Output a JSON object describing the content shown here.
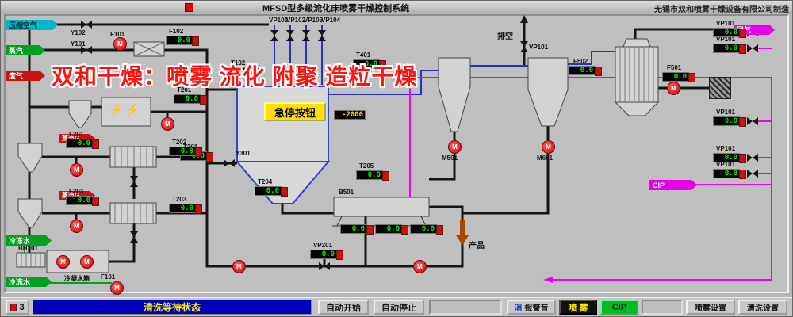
{
  "header": {
    "title": "MFSD型多级流化床喷雾干燥控制系统",
    "company": "无锡市双和喷雾干燥设备有限公司制造"
  },
  "watermark": {
    "text": "双和干燥：喷雾 流化 附聚 造粒干燥"
  },
  "glyphs": {
    "pump": "M",
    "lightning": "⚡⚡"
  },
  "colors": {
    "status_bg": "#0000bb",
    "display_green": "#00ee00",
    "alarm_red": "#cc1111",
    "cip_green": "#00bb22",
    "pipe_magenta": "#ee00ee",
    "estop_yellow": "#ffe000"
  },
  "tags": {
    "compressed_air": "压缩空气",
    "steam": "蒸汽",
    "exhaust": "废气",
    "steam_g": "蒸汽G",
    "chilled_water": "冷冻水",
    "tail_gas": "尾气",
    "cip_return": "CIP"
  },
  "labels": {
    "y102": "Y102",
    "y101": "Y101",
    "f101": "F101",
    "f102": "F102",
    "vp101": "VP101",
    "vp102": "VP102",
    "vp103": "VP103",
    "vp104": "VP104",
    "t401": "T401",
    "t102": "T102",
    "t201": "T201",
    "t301": "T301",
    "y301": "Y301",
    "t204": "T204",
    "t205": "T205",
    "b501": "B501",
    "vp201": "VP201",
    "m501": "M501",
    "m601": "M601",
    "f501": "F501",
    "f502": "F502",
    "f201": "F201",
    "t202": "T202",
    "f203": "F203",
    "t203": "T203",
    "bh201": "BH201",
    "condensate_tank": "冷凝水箱",
    "f101b": "F101",
    "vent": "排空",
    "vent_vp": "VP101",
    "product": "产品",
    "r1": "VP101",
    "r2": "VP101",
    "r3": "VP101",
    "r4": "VP101",
    "r5": "VP101",
    "estop": "急停按钮"
  },
  "displays": {
    "f102": "0.0",
    "t201": "0.0",
    "t102": "0.0",
    "t401": "0.0",
    "neg": "-2000",
    "t205": "0.0",
    "t204": "0.0",
    "t301": "0.0",
    "f201": "0.0",
    "t202": "0.0",
    "f203": "0.0",
    "t203": "0.0",
    "bed1": "0.0",
    "bed2": "0.0",
    "bed3": "0.0",
    "vp201": "0.0",
    "f502": "0.0",
    "f501": "0.0",
    "r1": "0.0",
    "r2": "0.0",
    "r3": "0.0",
    "r4": "0.0",
    "r5": "0.0"
  },
  "toolbar": {
    "page_btn": "3",
    "status": "清洗等待状态",
    "auto_start": "自动开始",
    "auto_stop": "自动停止",
    "mute_prefix": "消",
    "mute_label": "报警音",
    "spray": "喷 雾",
    "cip": "CIP",
    "spray_settings": "喷雾设置",
    "clean_settings": "清洗设置"
  }
}
